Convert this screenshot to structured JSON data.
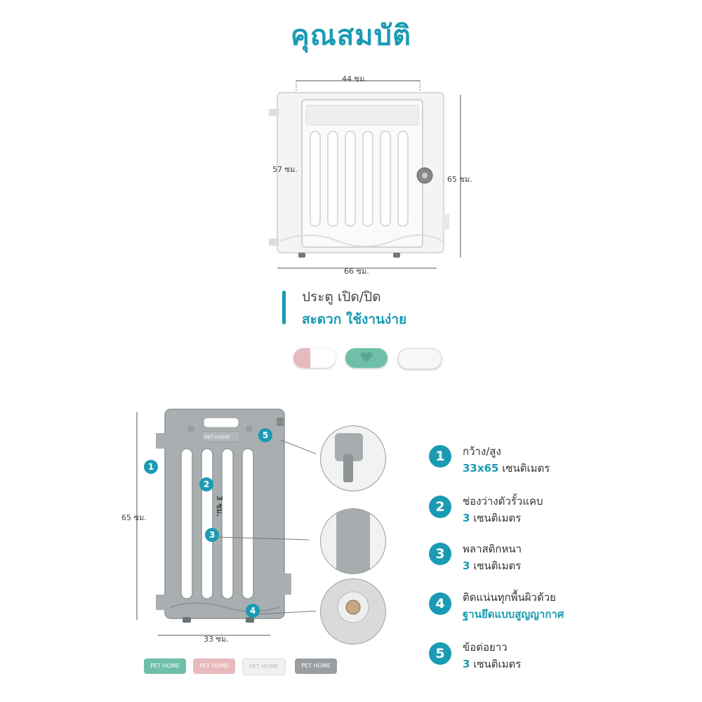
{
  "title": "คุณสมบัติ",
  "gate": {
    "dim_top": "44 ซม.",
    "dim_left": "57 ซม.",
    "dim_right": "65 ซม.",
    "dim_bottom": "66 ซม."
  },
  "subtitle": {
    "line1": "ประตู เปิด/ปิด",
    "line2": "สะดวก ใช้งานง่าย"
  },
  "panel": {
    "dim_height": "65 ซม.",
    "dim_width": "33 ซม.",
    "gap_label": "3 ซม.",
    "panel_text": "PET HOME"
  },
  "features": [
    {
      "num": "1",
      "line1": "กว้าง/สูง",
      "value": "33x65",
      "unit": "เซนติเมตร"
    },
    {
      "num": "2",
      "line1": "ช่องว่างตัวรั้วแคบ",
      "value": "3",
      "unit": "เซนติเมตร"
    },
    {
      "num": "3",
      "line1": "พลาสติกหนา",
      "value": "3",
      "unit": "เซนติเมตร"
    },
    {
      "num": "4",
      "line1": "ติดแน่นทุกพื้นผิวด้วย",
      "value": "ฐานยึดแบบสูญญากาศ",
      "unit": ""
    },
    {
      "num": "5",
      "line1": "ข้อต่อยาว",
      "value": "3",
      "unit": "เซนติเมตร"
    }
  ],
  "panel_swatches": [
    "PET HOME",
    "PET HOME",
    "PET HOME",
    "PET HOME"
  ],
  "colors": {
    "accent": "#1a9bb3",
    "mint": "#6fbfa9",
    "pink": "#e8b9bd",
    "white": "#f1f1f1",
    "grey": "#9a9ea1"
  }
}
